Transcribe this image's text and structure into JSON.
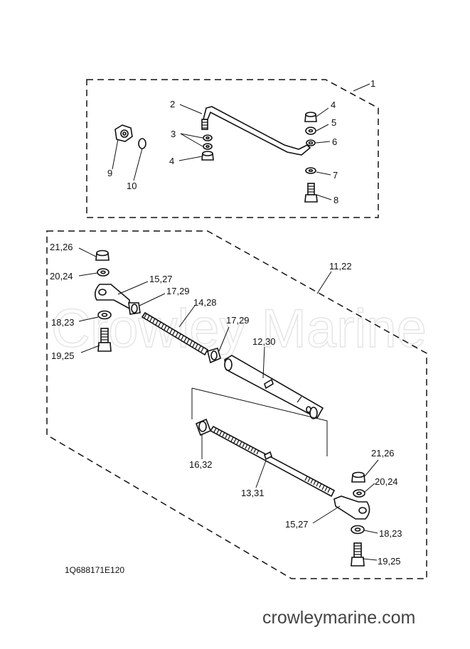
{
  "watermark": "Crowley Marine",
  "website": "crowleymarine.com",
  "diagram_code": "1Q688171E120",
  "callouts": {
    "c1": "1",
    "c2": "2",
    "c3": "3",
    "c4a": "4",
    "c4b": "4",
    "c5": "5",
    "c6": "6",
    "c7": "7",
    "c8": "8",
    "c9": "9",
    "c10": "10",
    "c11_22": "11,22",
    "c21_26a": "21,26",
    "c20_24a": "20,24",
    "c15_27a": "15,27",
    "c17_29a": "17,29",
    "c14_28": "14,28",
    "c17_29b": "17,29",
    "c18_23a": "18,23",
    "c19_25a": "19,25",
    "c12_30": "12,30",
    "c16_32": "16,32",
    "c13_31": "13,31",
    "c21_26b": "21,26",
    "c20_24b": "20,24",
    "c15_27b": "15,27",
    "c18_23b": "18,23",
    "c19_25b": "19,25"
  }
}
